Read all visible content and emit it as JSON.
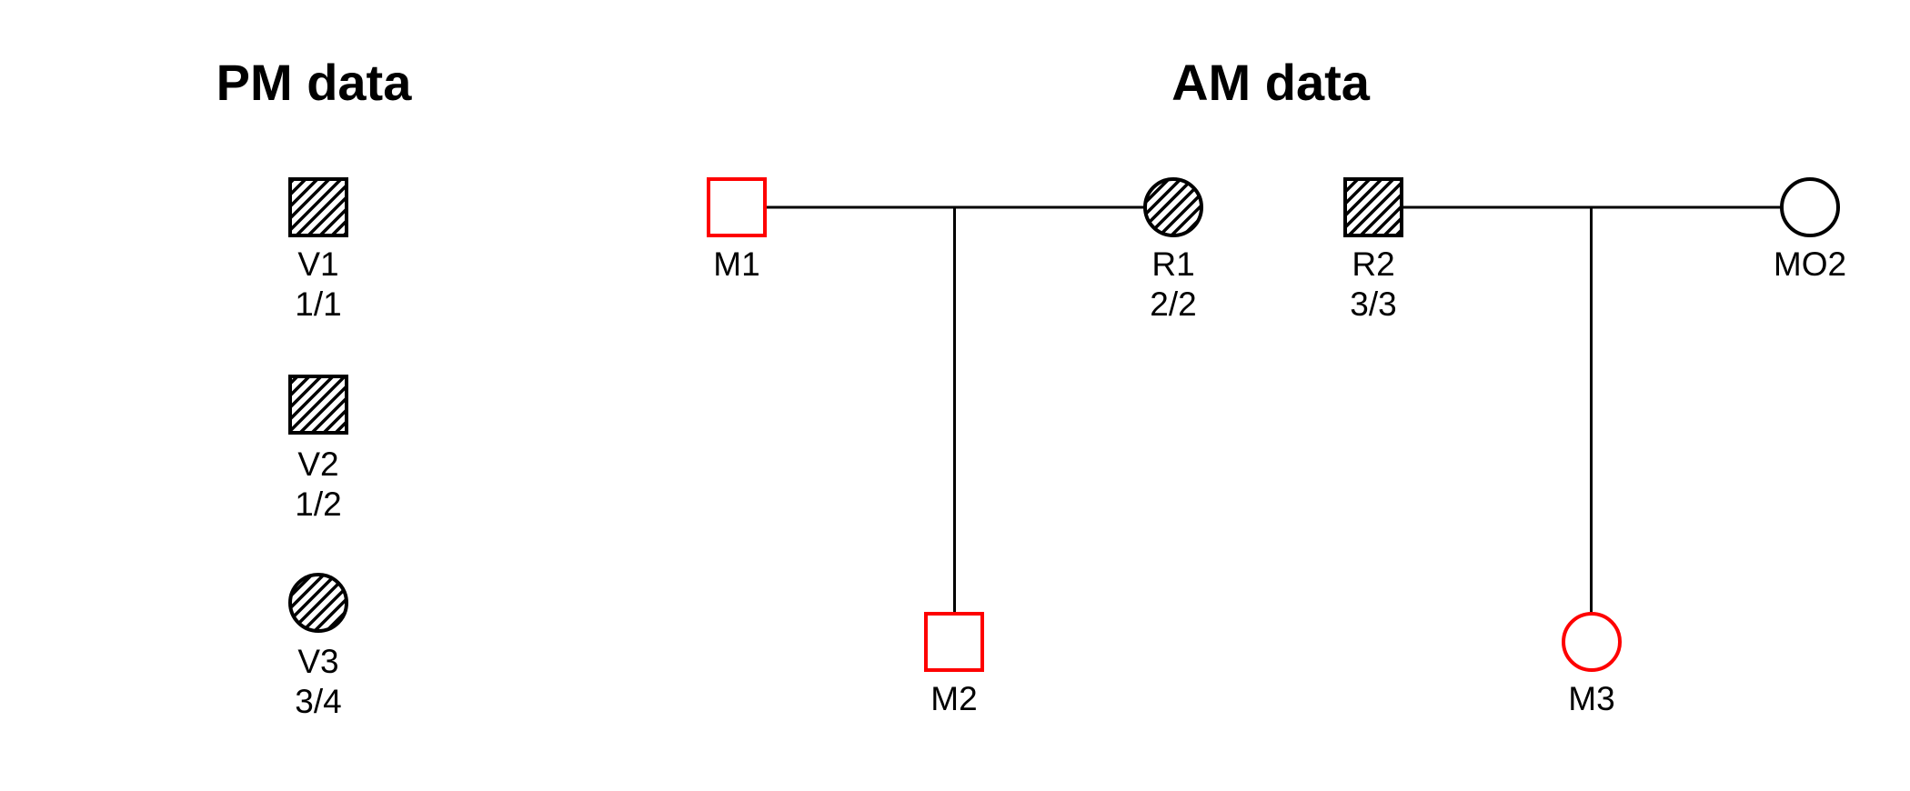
{
  "colors": {
    "symbol_black": "#000000",
    "highlight_red": "#fe0000",
    "line_black": "#000000",
    "background": "#ffffff"
  },
  "pm_panel": {
    "title": "PM data",
    "samples": [
      {
        "label": "V1",
        "genotype": "1/1",
        "shape": "square",
        "fill": "hatched"
      },
      {
        "label": "V2",
        "genotype": "1/2",
        "shape": "square",
        "fill": "hatched"
      },
      {
        "label": "V3",
        "genotype": "3/4",
        "shape": "circle",
        "fill": "hatched"
      }
    ]
  },
  "am_panel": {
    "title": "AM data",
    "pedigrees": [
      {
        "father": {
          "label": "M1",
          "shape": "square",
          "fill": "empty",
          "outline": "red"
        },
        "mother": {
          "label": "R1",
          "genotype": "2/2",
          "shape": "circle",
          "fill": "hatched",
          "outline": "black"
        },
        "child": {
          "label": "M2",
          "shape": "square",
          "fill": "empty",
          "outline": "red"
        }
      },
      {
        "father": {
          "label": "R2",
          "genotype": "3/3",
          "shape": "square",
          "fill": "hatched",
          "outline": "black"
        },
        "mother": {
          "label": "MO2",
          "shape": "circle",
          "fill": "empty",
          "outline": "black"
        },
        "child": {
          "label": "M3",
          "shape": "circle",
          "fill": "empty",
          "outline": "red"
        }
      }
    ]
  }
}
